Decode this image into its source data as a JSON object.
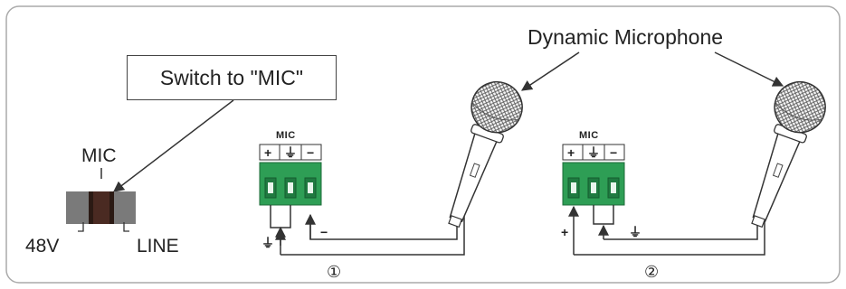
{
  "diagram": {
    "title": "Dynamic Microphone",
    "callout": "Switch to \"MIC\"",
    "switch": {
      "top_label": "MIC",
      "left_label": "48V",
      "right_label": "LINE"
    },
    "terminal_label": "MIC",
    "pin_symbols": [
      "+",
      "⏚",
      "−"
    ],
    "wire_symbols": {
      "ground": "⏚",
      "minus": "−",
      "plus": "+"
    },
    "captions": [
      "①",
      "②"
    ],
    "colors": {
      "terminal_green": "#2e9e55",
      "line": "#333333",
      "frame": "#aaaaaa",
      "switch_dark": "#2b1a14",
      "switch_grey": "#7a7a7a"
    }
  }
}
